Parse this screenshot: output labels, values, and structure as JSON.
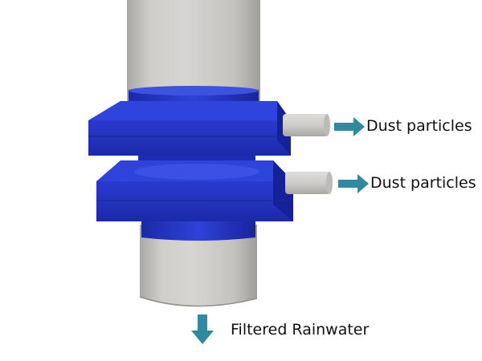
{
  "labels": {
    "dust_upper": "Dust particles",
    "dust_lower": "Dust particles",
    "output": "Filtered Rainwater"
  },
  "colors": {
    "pipe": "#c9c8c4",
    "pipe_shadow": "#9e9d99",
    "filter_body": "#2233c6",
    "filter_dark": "#14208a",
    "filter_light": "#3a4fe0",
    "arrow": "#2e8aa0",
    "background": "#ffffff"
  },
  "icons": [
    "arrow-right-icon",
    "arrow-right-icon",
    "arrow-down-icon"
  ]
}
